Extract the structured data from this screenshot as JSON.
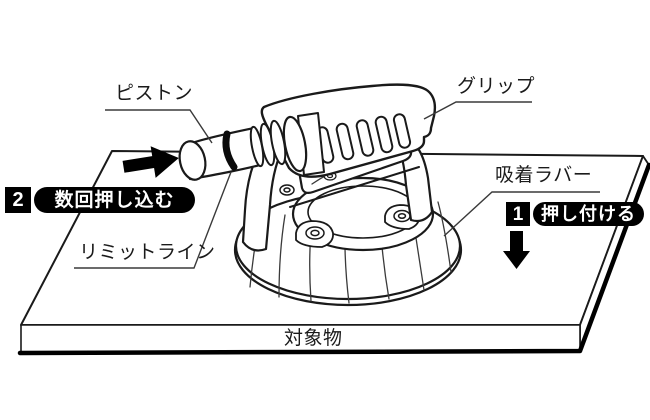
{
  "diagram": {
    "labels": {
      "piston": "ピストン",
      "grip": "グリップ",
      "suction_rubber": "吸着ラバー",
      "limit_line": "リミットライン",
      "target_object": "対象物"
    },
    "steps": [
      {
        "number": "1",
        "text": "押し付ける"
      },
      {
        "number": "2",
        "text": "数回押し込む"
      }
    ],
    "icons": {
      "push_in": "right-arrow-icon",
      "press_down": "down-arrow-icon"
    },
    "colors": {
      "line": "#1a1a1a",
      "leader": "#3a3a3a",
      "badge_background": "#000000",
      "badge_text": "#ffffff",
      "background": "#ffffff"
    }
  }
}
